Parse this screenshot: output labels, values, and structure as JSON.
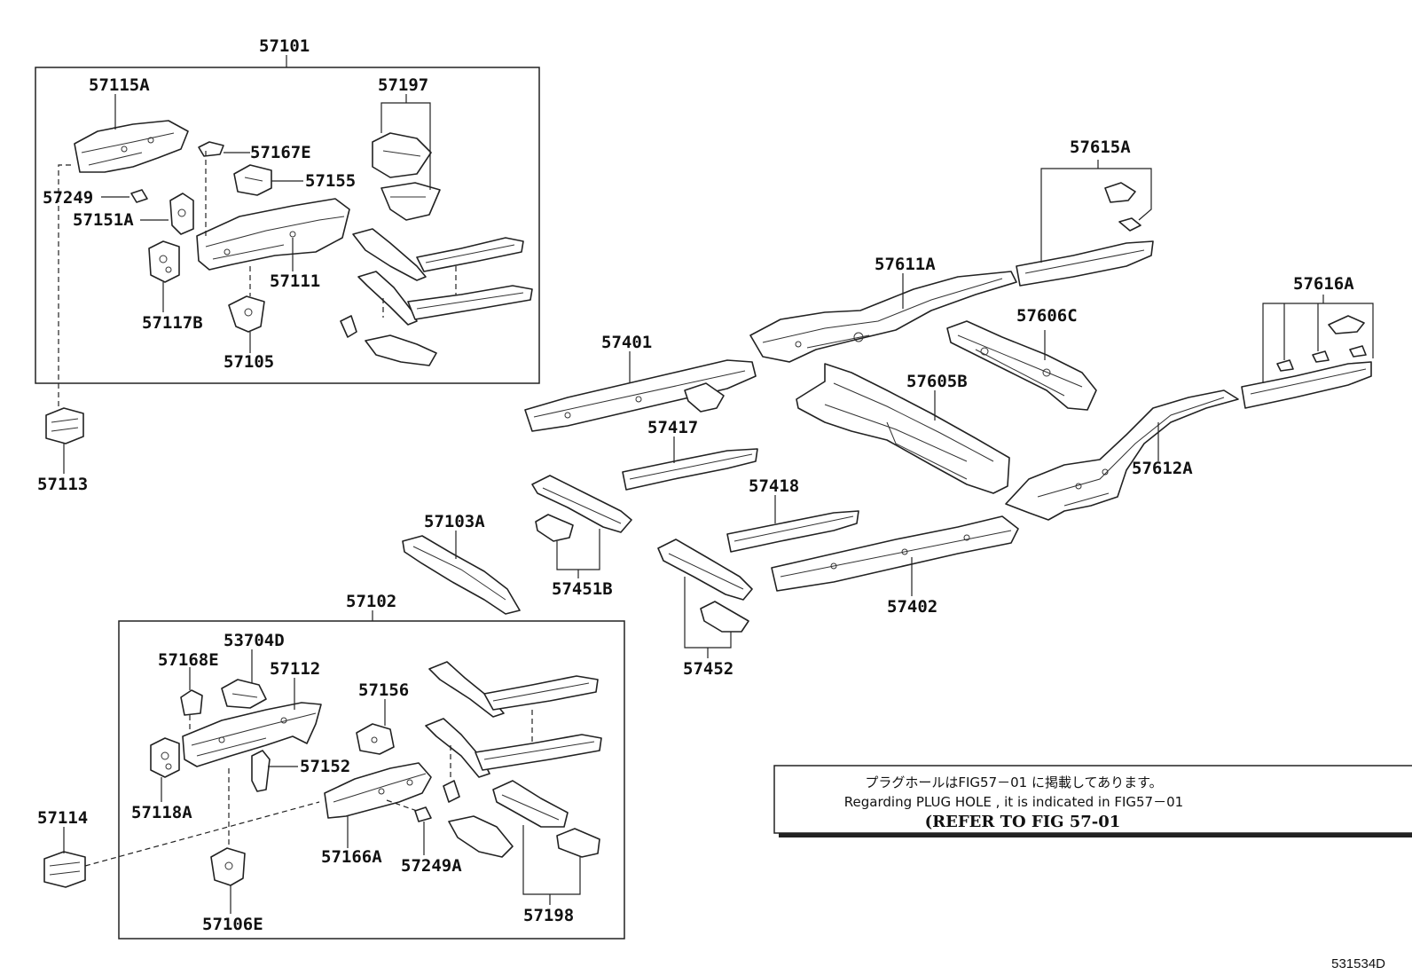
{
  "labels": {
    "l57101": "57101",
    "l57115A": "57115A",
    "l57197": "57197",
    "l57167E": "57167E",
    "l57155": "57155",
    "l57249": "57249",
    "l57151A": "57151A",
    "l57111": "57111",
    "l57117B": "57117B",
    "l57105": "57105",
    "l57113": "57113",
    "l57615A": "57615A",
    "l57611A": "57611A",
    "l57616A": "57616A",
    "l57606C": "57606C",
    "l57401": "57401",
    "l57605B": "57605B",
    "l57417": "57417",
    "l57612A": "57612A",
    "l57418": "57418",
    "l57103A": "57103A",
    "l57451B": "57451B",
    "l57402": "57402",
    "l57452": "57452",
    "l57102": "57102",
    "l53704D": "53704D",
    "l57168E": "57168E",
    "l57112": "57112",
    "l57156": "57156",
    "l57152": "57152",
    "l57118A": "57118A",
    "l57114": "57114",
    "l57166A": "57166A",
    "l57249A": "57249A",
    "l57106E": "57106E",
    "l57198": "57198"
  },
  "note": {
    "line_jp": "プラグホールはFIG57－01 に掲載してあります。",
    "line_en": "Regarding  PLUG HOLE , it is  indicated  in  FIG57－01",
    "line_ref": "(REFER TO FIG 57-01"
  },
  "diagram_code": "531534D"
}
